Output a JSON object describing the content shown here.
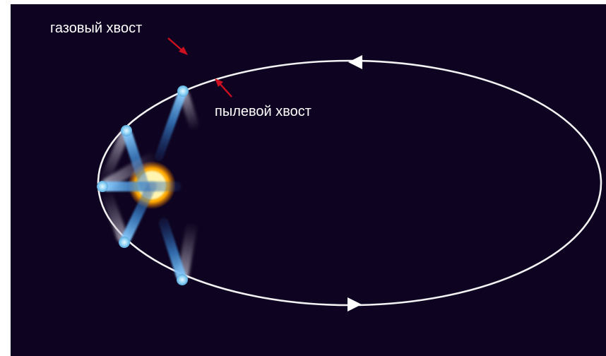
{
  "labels": {
    "gas_tail": "газовый хвост",
    "dust_tail": "пылевой хвост"
  },
  "colors": {
    "background": "#0e0320",
    "orbit": "#ffffff",
    "gas_tail": "#3f8fd8",
    "dust_tail": "#b9b4c4",
    "sun": "#ffb400",
    "arrow": "#cc1020"
  },
  "elements": {
    "sun": "sun-icon",
    "comets": [
      "comet-1",
      "comet-2",
      "comet-3",
      "comet-4",
      "comet-5",
      "comet-6"
    ],
    "direction_markers": [
      "top-arrow",
      "bottom-arrow"
    ]
  }
}
